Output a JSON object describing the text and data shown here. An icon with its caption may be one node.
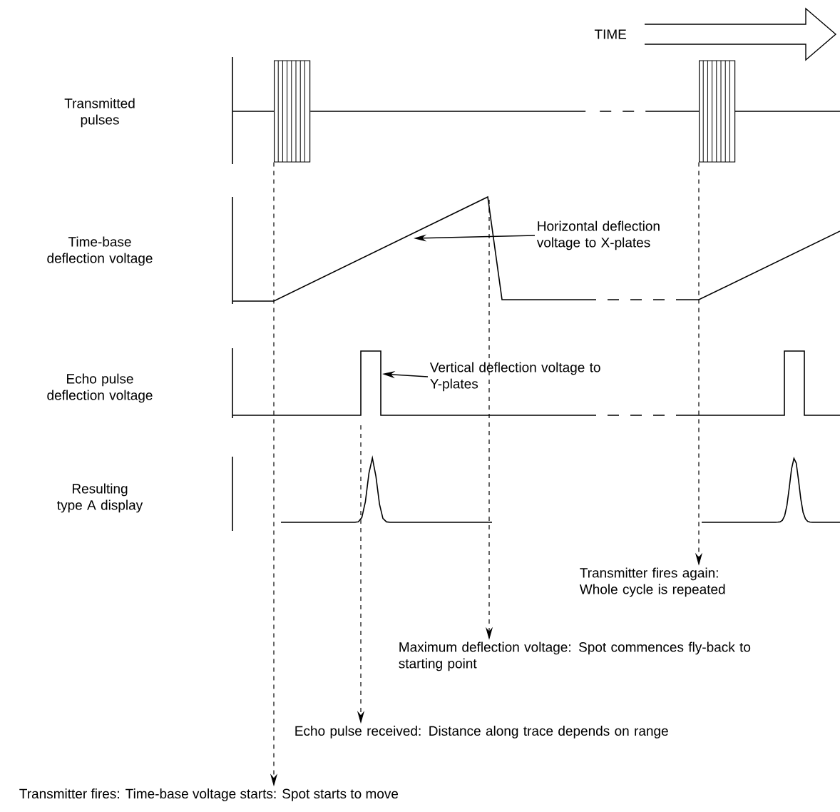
{
  "diagram": {
    "nodes": [
      {
        "text": [
          "Horizontal deflection voltage to X-plates"
        ]
      },
      {
        "text": [
          "Vertical deflection voltage to Y-plates"
        ]
      },
      {
        "text": [
          "Transmitter fires again: Whole cycle is repeated"
        ]
      },
      {
        "text": [
          "Maximum deflection voltage: Spot commences fly-back to starting point"
        ]
      },
      {
        "text": [
          "Echo pulse received: Distance along trace depends on range"
        ]
      },
      {
        "text": [
          "Transmitter fires: Time-base voltage starts: Spot starts to move"
        ]
      },
      {
        "text": [],
        "shape": "box"
      },
      {
        "text": [],
        "shape": "box"
      }
    ],
    "edges": [
      {
        "from": 0,
        "to": null,
        "arrow": "to"
      },
      {
        "from": 1,
        "to": null,
        "arrow": "to"
      },
      {
        "from": 7,
        "to": 2,
        "arrow": "to",
        "style": "dashed"
      },
      {
        "from": null,
        "to": 3,
        "arrow": "to",
        "style": "dashed"
      },
      {
        "from": null,
        "to": 4,
        "arrow": "to",
        "style": "dashed"
      },
      {
        "from": 6,
        "to": 5,
        "arrow": "to",
        "style": "dashed"
      },
      {
        "from": 6,
        "to": 7,
        "arrow": "none",
        "style": "dashed"
      }
    ],
    "labels": [
      "TIME",
      "Transmitted pulses",
      "Time-base deflection voltage",
      "Echo pulse deflection voltage",
      "Resulting type A display"
    ]
  }
}
